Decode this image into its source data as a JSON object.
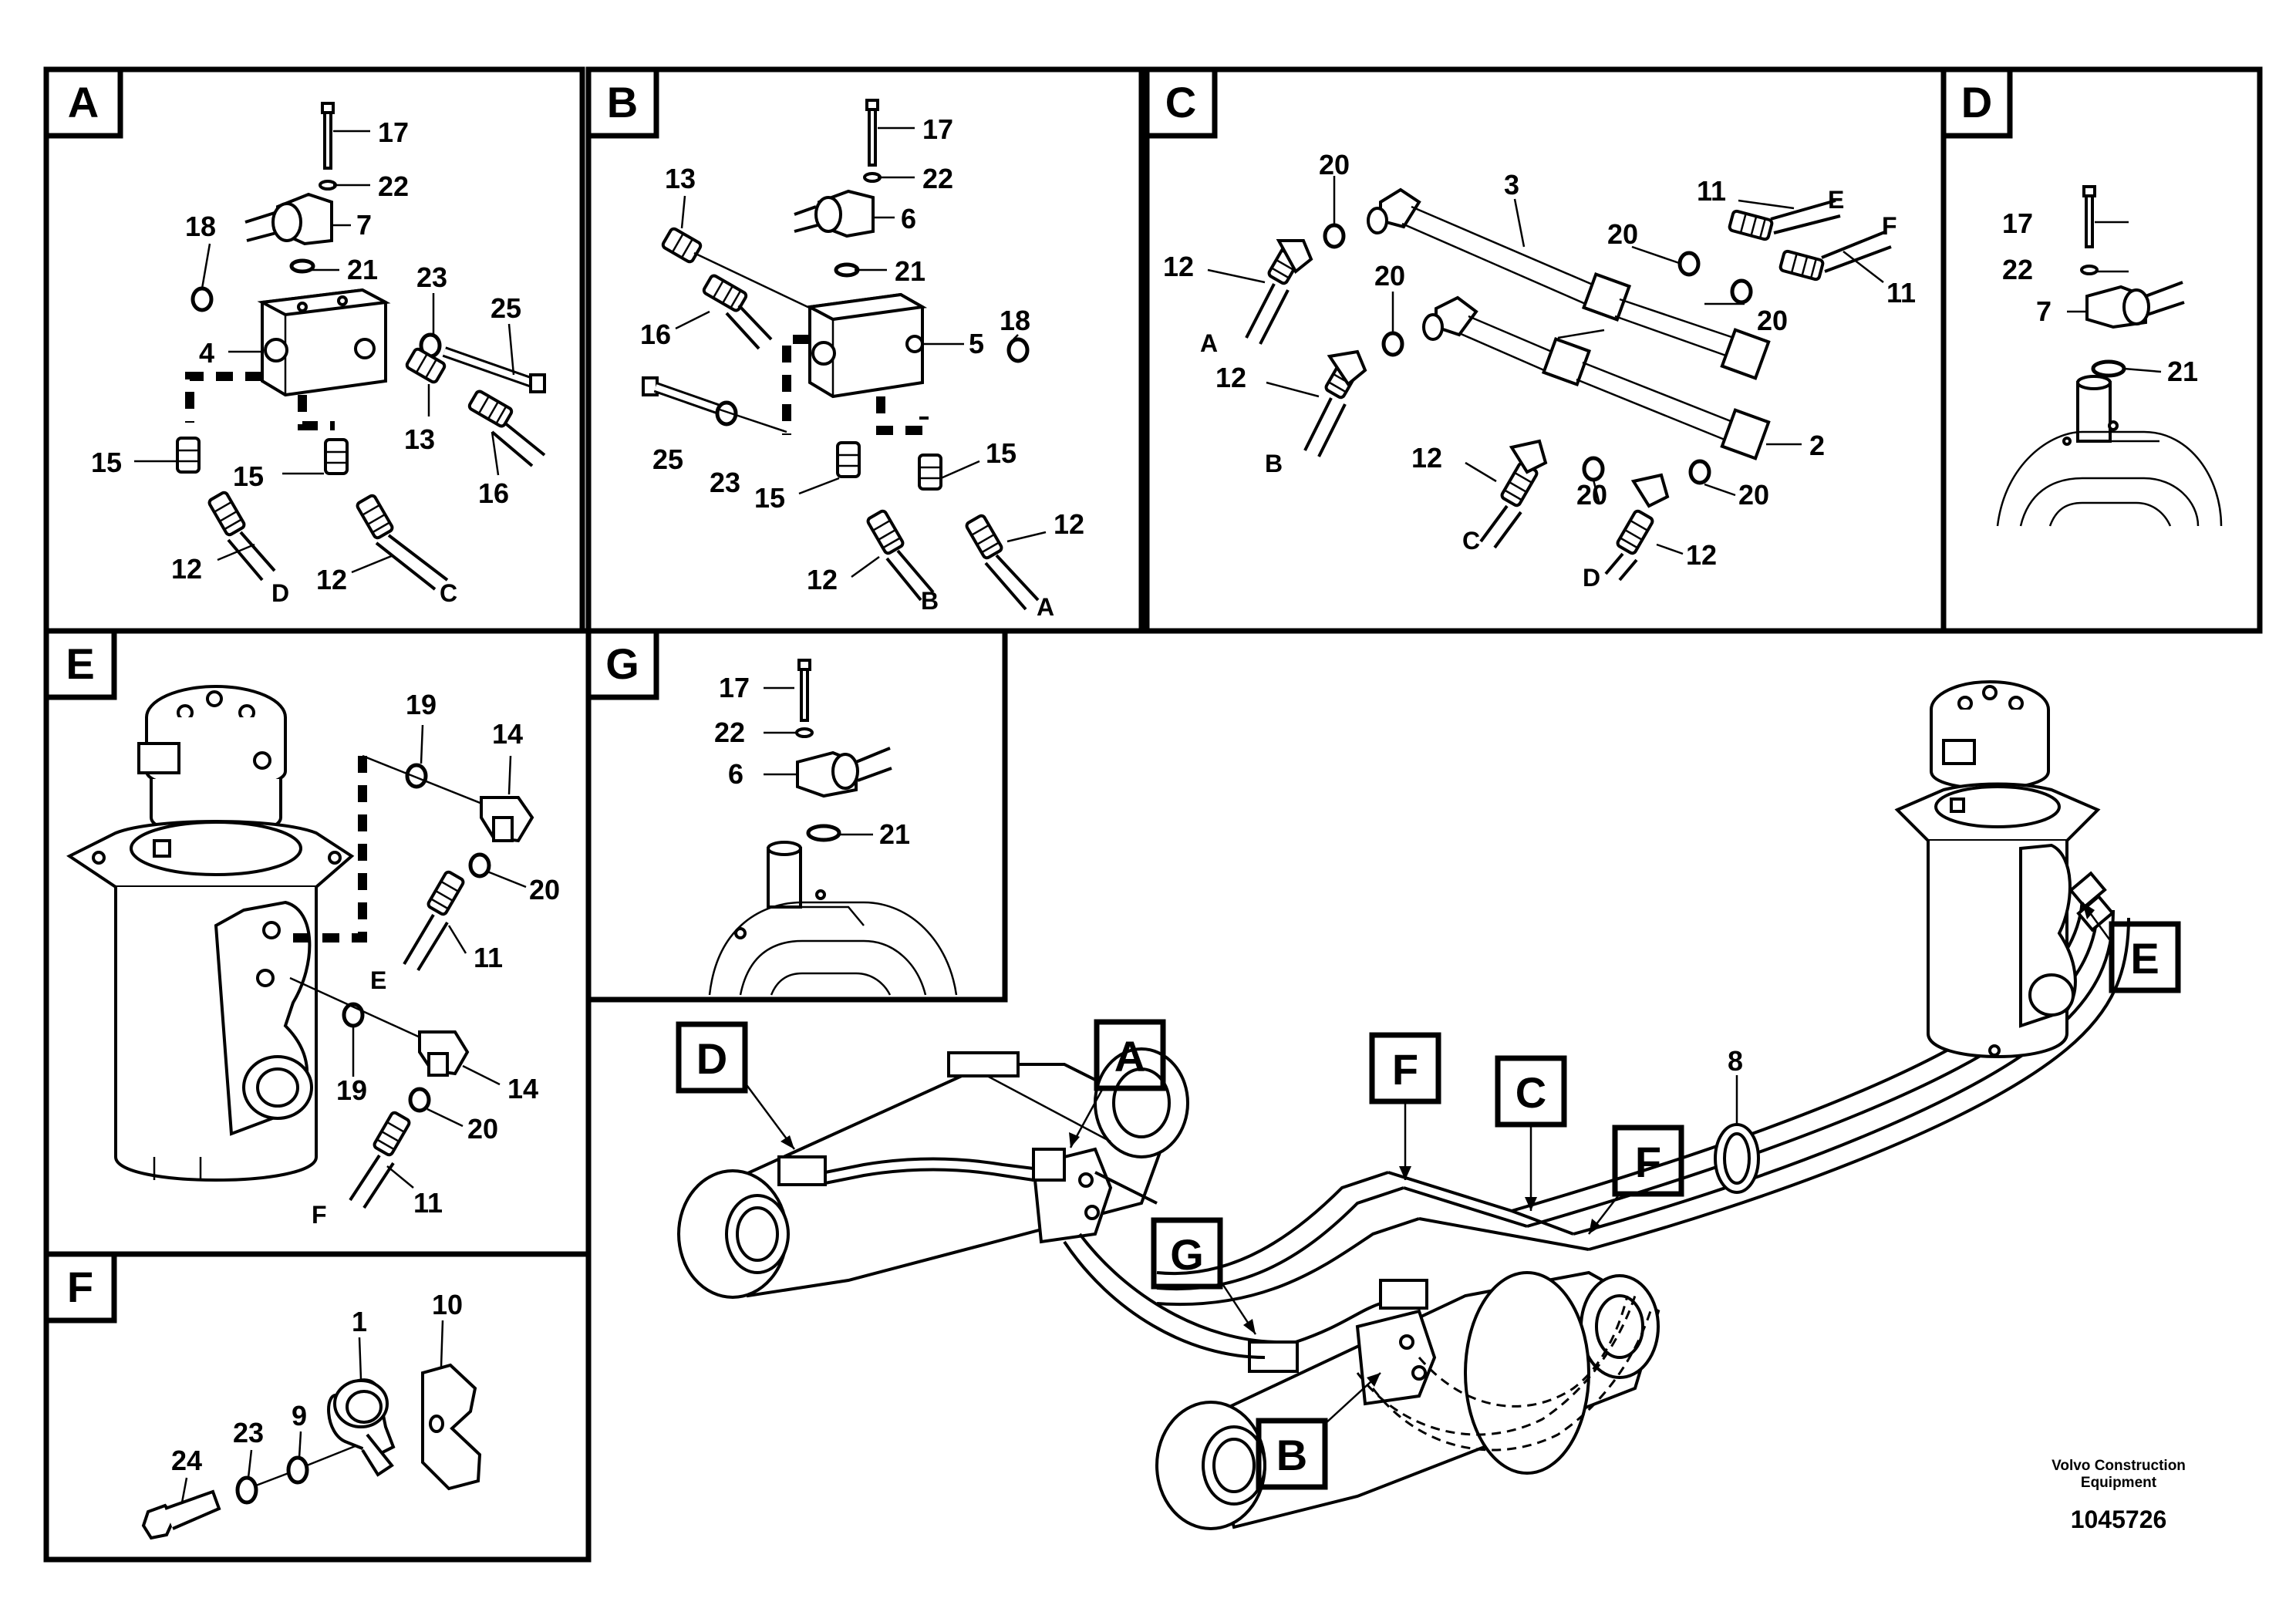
{
  "panels": {
    "A": {
      "letter": "A",
      "labels": {
        "l17": "17",
        "l22": "22",
        "l7": "7",
        "l18": "18",
        "l21": "21",
        "l23": "23",
        "l25": "25",
        "l4": "4",
        "l13": "13",
        "l16": "16",
        "l15a": "15",
        "l15b": "15",
        "l12a": "12",
        "l12b": "12",
        "capD": "D",
        "capC": "C"
      }
    },
    "B": {
      "letter": "B",
      "labels": {
        "l17": "17",
        "l22": "22",
        "l6": "6",
        "l13": "13",
        "l21": "21",
        "l16": "16",
        "l5": "5",
        "l18": "18",
        "l25": "25",
        "l23": "23",
        "l15a": "15",
        "l15b": "15",
        "l12a": "12",
        "l12b": "12",
        "capB": "B",
        "capA": "A"
      }
    },
    "C": {
      "letter": "C",
      "labels": {
        "l20a": "20",
        "l3": "3",
        "l11a": "11",
        "capE": "E",
        "capF": "F",
        "l20b": "20",
        "l11b": "11",
        "l20c": "20",
        "l12a": "12",
        "capA": "A",
        "l20d": "20",
        "l12b": "12",
        "capB": "B",
        "l12c": "12",
        "l2": "2",
        "capC": "C",
        "l20e": "20",
        "l20f": "20",
        "l12d": "12",
        "capD": "D"
      }
    },
    "D": {
      "letter": "D",
      "labels": {
        "l17": "17",
        "l22": "22",
        "l7": "7",
        "l21": "21"
      }
    },
    "E": {
      "letter": "E",
      "labels": {
        "l19a": "19",
        "l14a": "14",
        "l20a": "20",
        "l11a": "11",
        "capE": "E",
        "l19b": "19",
        "l14b": "14",
        "l20b": "20",
        "l11b": "11",
        "capF": "F"
      }
    },
    "F": {
      "letter": "F",
      "labels": {
        "l10": "10",
        "l1": "1",
        "l23": "23",
        "l9": "9",
        "l24": "24"
      }
    },
    "G": {
      "letter": "G",
      "labels": {
        "l17": "17",
        "l22": "22",
        "l6": "6",
        "l21": "21"
      }
    }
  },
  "overview": {
    "callouts": {
      "D": "D",
      "A": "A",
      "F1": "F",
      "C": "C",
      "F2": "F",
      "E": "E",
      "G": "G",
      "B": "B"
    },
    "part8": "8"
  },
  "footer": {
    "company_line1": "Volvo Construction",
    "company_line2": "Equipment",
    "drawing_number": "1045726"
  }
}
